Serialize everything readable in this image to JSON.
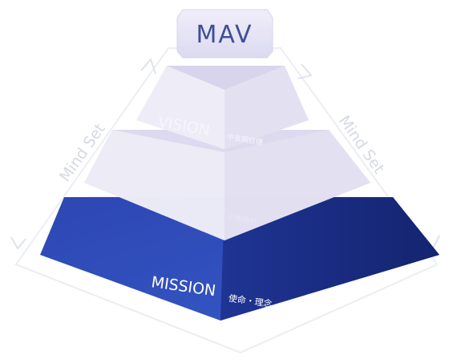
{
  "title": "MAV",
  "side_labels": {
    "left": "Mind Set",
    "right": "Mind Set"
  },
  "tiers": [
    {
      "id": "vision",
      "en": "VISION",
      "jp": "中長期目標"
    },
    {
      "id": "action",
      "en": "ACTION",
      "jp": "行動指針"
    },
    {
      "id": "mission",
      "en": "MISSION",
      "jp": "使命・理念"
    }
  ],
  "colors": {
    "mission_left": "#2f4db8",
    "mission_right": "#1c2f8c",
    "upper_tier": "#e9e6f3",
    "title_fill": "#e5e3f4",
    "title_text": "#3e4f99",
    "side_label": "#d8dbe8"
  }
}
